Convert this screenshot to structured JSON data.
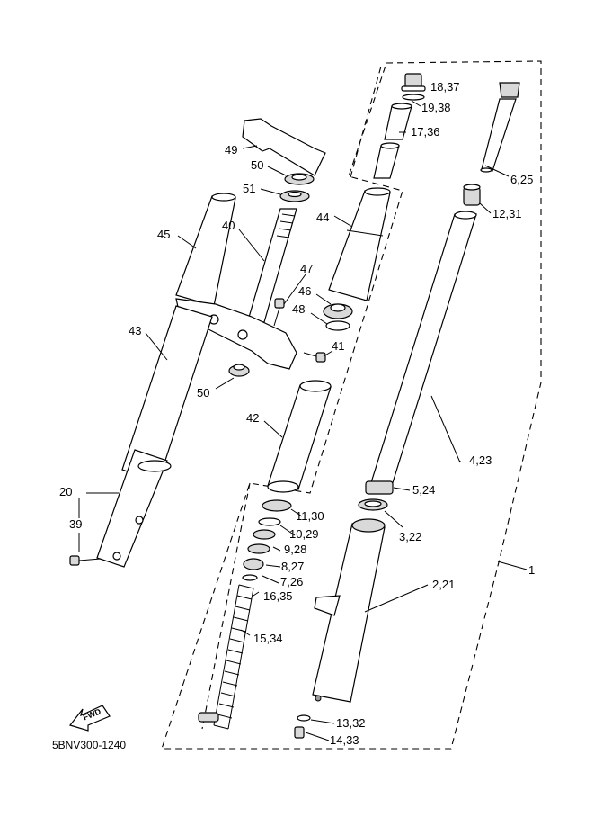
{
  "diagram": {
    "code": "5BNV300-1240",
    "fwd_label": "FWD",
    "callouts": {
      "c18_37": "18,37",
      "c19_38": "19,38",
      "c17_36": "17,36",
      "c6_25": "6,25",
      "c12_31": "12,31",
      "c49": "49",
      "c50_top": "50",
      "c51": "51",
      "c44": "44",
      "c45": "45",
      "c40": "40",
      "c47": "47",
      "c46": "46",
      "c48": "48",
      "c43": "43",
      "c41": "41",
      "c50_bottom": "50",
      "c42": "42",
      "c4_23": "4,23",
      "c5_24": "5,24",
      "c20": "20",
      "c11_30": "11,30",
      "c10_29": "10,29",
      "c39": "39",
      "c3_22": "3,22",
      "c9_28": "9,28",
      "c8_27": "8,27",
      "c1": "1",
      "c7_26": "7,26",
      "c2_21": "2,21",
      "c16_35": "16,35",
      "c15_34": "15,34",
      "c13_32": "13,32",
      "c14_33": "14,33"
    }
  }
}
